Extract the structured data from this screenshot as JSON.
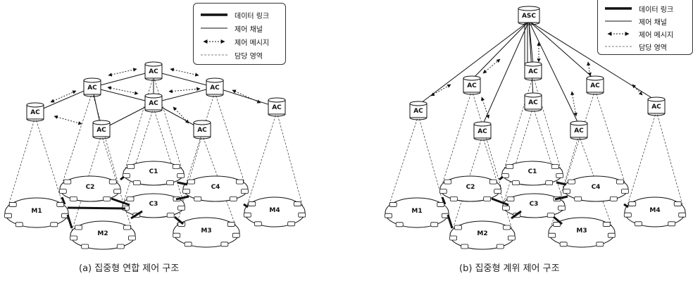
{
  "legend": {
    "data_link": "데이터 링크",
    "control_channel": "제어 채널",
    "control_message": "제어 메시지",
    "coverage_area": "담당 영역"
  },
  "nodes": {
    "ac": "AC",
    "asc": "ASC",
    "c1": "C1",
    "c2": "C2",
    "c3": "C3",
    "c4": "C4",
    "m1": "M1",
    "m2": "M2",
    "m3": "M3",
    "m4": "M4"
  },
  "captions": {
    "a": "(a) 집중형 연합 제어 구조",
    "b": "(b) 집중형 계위 제어 구조"
  }
}
